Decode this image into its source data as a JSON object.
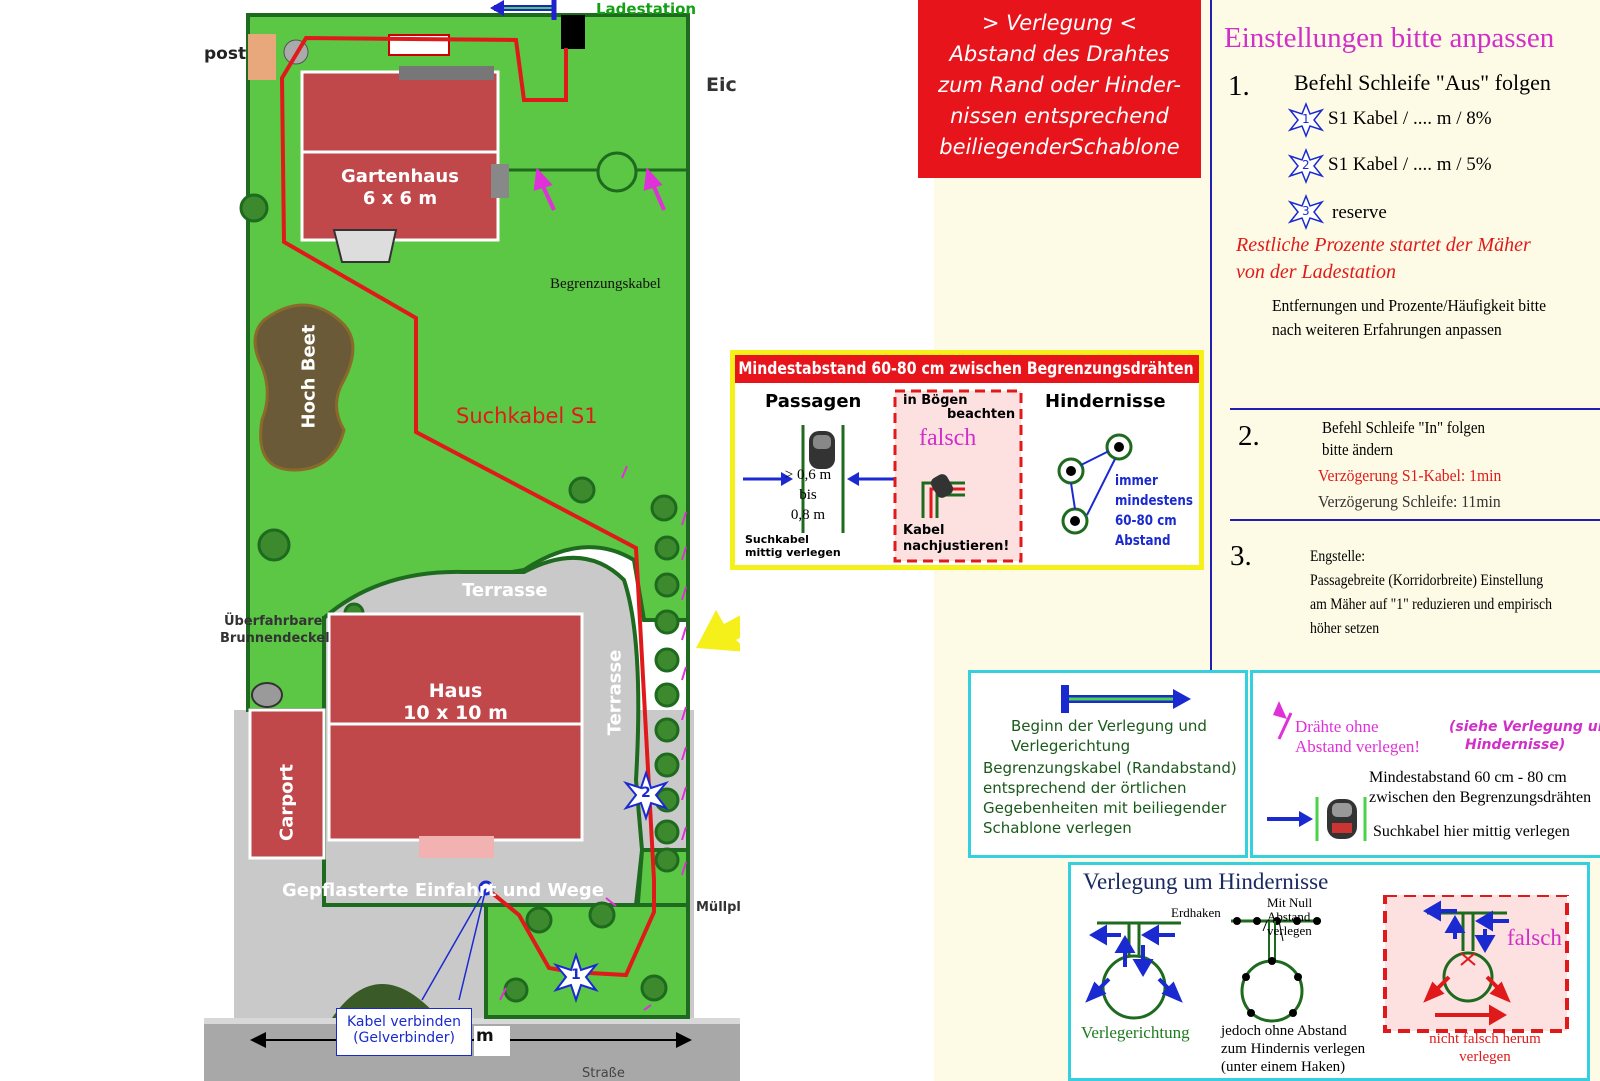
{
  "plan": {
    "ladestation": "Ladestation",
    "kompost_partial": "post",
    "eiche_partial": "Eic",
    "gartenhaus": "Gartenhaus",
    "gartenhaus_size": "6 x 6 m",
    "begrenzungskabel": "Begrenzungskabel",
    "hochbeet": "Hoch Beet",
    "suchkabel": "Suchkabel S1",
    "terrasse_top": "Terrasse",
    "terrasse_side": "Terrasse",
    "brunnen_1": "Überfahrbare",
    "brunnen_2": "Brunnendeckel",
    "haus": "Haus",
    "haus_size": "10 x 10 m",
    "carport": "Carport",
    "wege": "Gepflasterte Einfahrt und Wege",
    "muell_partial": "Müllpl",
    "kabel_verbinden_1": "Kabel verbinden",
    "kabel_verbinden_2": "(Gelverbinder)",
    "meter_partial": "m",
    "strasse_partial": "Straße",
    "star_1": "1",
    "star_2": "2"
  },
  "verlegung_note": {
    "line1": "> Verlegung <",
    "line2": "Abstand des Drahtes",
    "line3": "zum Rand oder Hinder-",
    "line4": "nissen entsprechend",
    "line5": "beiliegenderSchablone"
  },
  "mindest": {
    "title": "Mindestabstand 60-80 cm zwischen Begrenzungsdrähten",
    "passagen": "Passagen",
    "dist1": "> 0,6 m",
    "dist2": "bis",
    "dist3": "0,8 m",
    "suchkabel1": "Suchkabel",
    "suchkabel2": "mittig verlegen",
    "boegen1": "in Bögen",
    "boegen2": "beachten",
    "falsch": "falsch",
    "kabel1": "Kabel",
    "kabel2": "nachjustieren!",
    "hindernisse": "Hindernisse",
    "immer1": "immer",
    "immer2": "mindestens",
    "immer3": "60-80 cm",
    "immer4": "Abstand"
  },
  "settings": {
    "title": "Einstellungen bitte anpassen",
    "s1_num": "1.",
    "s1_head": "Befehl Schleife \"Aus\" folgen",
    "s1_item1": "S1 Kabel / .... m / 8%",
    "s1_item2": "S1 Kabel / .... m / 5%",
    "s1_item3": "reserve",
    "star1": "1",
    "star2": "2",
    "star3": "3",
    "restlich1": "Restliche Prozente  startet der Mäher",
    "restlich2": "von der Ladestation",
    "entf1": "Entfernungen und Prozente/Häufigkeit bitte",
    "entf2": "nach weiteren Erfahrungen anpassen",
    "s2_num": "2.",
    "s2_line1": "Befehl Schleife \"In\" folgen",
    "s2_line2": "bitte ändern",
    "s2_line3": "Verzögerung S1-Kabel: 1min",
    "s2_line4": "Verzögerung Schleife: 11min",
    "s3_num": "3.",
    "s3_line1": "Engstelle:",
    "s3_line2": "Passagebreite (Korridorbreite) Einstellung",
    "s3_line3": "am Mäher auf \"1\" reduzieren und empirisch",
    "s3_line4": "höher setzen"
  },
  "beginn": {
    "line1": "Beginn der Verlegung und",
    "line2": "Verlegerichtung",
    "line3": "Begrenzungskabel (Randabstand)",
    "line4": "entsprechend der örtlichen",
    "line5": "Gegebenheiten mit beiliegender",
    "line6": "Schablone verlegen"
  },
  "draehte": {
    "line1": "Drähte ohne",
    "line2": "Abstand verlegen!",
    "siehe1": "(siehe Verlegung um",
    "siehe2": "Hindernisse)",
    "mindest1": "Mindestabstand 60 cm - 80 cm",
    "mindest2": "zwischen den Begrenzungsdrähten",
    "suchkabel": "Suchkabel hier mittig verlegen"
  },
  "hindernis": {
    "title": "Verlegung um Hindernisse",
    "erdhaken": "Erdhaken",
    "mitnull1": "Mit Null",
    "mitnull2": "Abstand",
    "mitnull3": "verlegen",
    "falsch": "falsch",
    "verlegerichtung": "Verlegerichtung",
    "jedoch1": "jedoch ohne Abstand",
    "jedoch2": "zum Hindernis verlegen",
    "jedoch3": "(unter einem Haken)",
    "nicht1": "nicht falsch herum",
    "nicht2": "verlegen"
  },
  "colors": {
    "lawn": "#5cc645",
    "border": "#1e6a1e",
    "wire": "#e01a1a",
    "house": "#c0474a",
    "paving": "#c9c9c9",
    "cream": "#fdfbe5",
    "note_red": "#e8141b",
    "magenta": "#e030d8",
    "cyan": "#34d0e0",
    "blue_rule": "#2020b0"
  }
}
